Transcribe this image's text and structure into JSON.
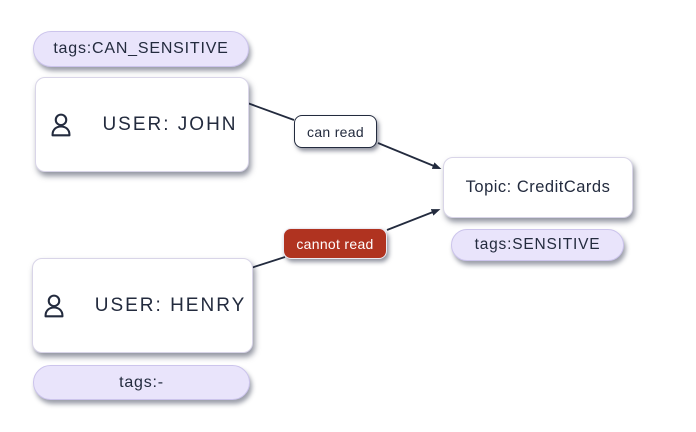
{
  "colors": {
    "background": "#ffffff",
    "ink": "#232b3e",
    "pill_bg": "#e9e4fb",
    "pill_border": "#ccc4ec",
    "node_bg": "#ffffff",
    "node_border": "#d9d5e8",
    "deny_bg": "#b03320",
    "deny_text": "#ffffff"
  },
  "nodes": {
    "john": {
      "label": "USER: JOHN"
    },
    "henry": {
      "label": "USER: HENRY"
    },
    "topic": {
      "label": "Topic: CreditCards"
    }
  },
  "tags": {
    "john": "tags:CAN_SENSITIVE",
    "topic": "tags:SENSITIVE",
    "henry": "tags:-"
  },
  "edges": {
    "allow": {
      "label": "can read"
    },
    "deny": {
      "label": "cannot read"
    }
  },
  "icons": {
    "user": "user-icon",
    "connector": "connector-dot",
    "arrow": "arrowhead"
  }
}
